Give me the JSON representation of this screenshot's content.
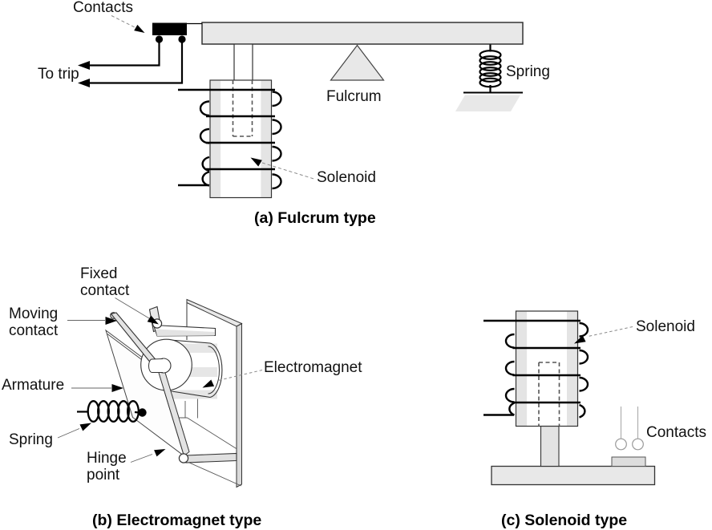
{
  "panels": {
    "a": {
      "caption": "(a) Fulcrum type",
      "labels": {
        "contacts": "Contacts",
        "to_trip": "To trip",
        "fulcrum": "Fulcrum",
        "spring": "Spring",
        "solenoid": "Solenoid"
      }
    },
    "b": {
      "caption": "(b) Electromagnet type",
      "labels": {
        "fixed_contact": "Fixed\ncontact",
        "moving_contact": "Moving\ncontact",
        "armature": "Armature",
        "spring": "Spring",
        "hinge_point": "Hinge\npoint",
        "electromagnet": "Electromagnet"
      }
    },
    "c": {
      "caption": "(c) Solenoid type",
      "labels": {
        "solenoid": "Solenoid",
        "contacts": "Contacts"
      }
    }
  },
  "colors": {
    "background": "#ffffff",
    "fill_light": "#e8e8e8",
    "fill_mid": "#d9d9d9",
    "line": "#000000",
    "leader": "#8a8a8a"
  }
}
